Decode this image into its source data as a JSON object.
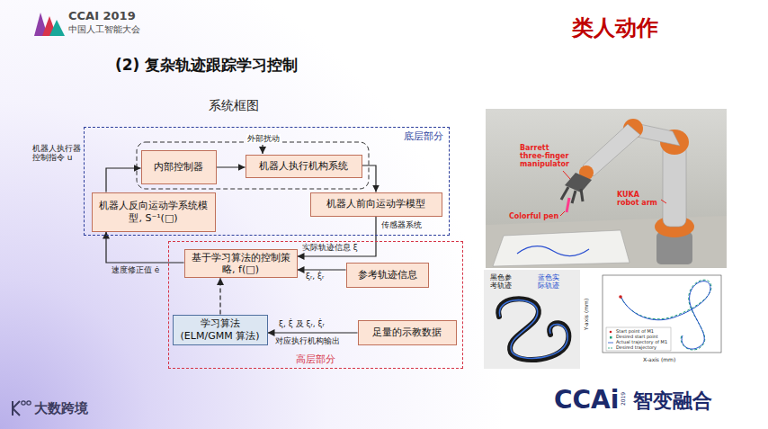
{
  "diagram": {
    "title": "系统框图",
    "nodes": [
      {
        "text": [
          "底层部分"
        ]
      },
      {
        "text": [
          "内部控制器"
        ],
        "in": 0
      },
      {
        "text": [
          "机器人执行机构系统"
        ],
        "in": 0
      },
      {
        "text": [
          "机器人反向运动学系统模型, S⁻¹(□)"
        ],
        "in": 0
      },
      {
        "text": [
          "机器人前向运动学模型"
        ],
        "in": 0
      },
      {
        "text": [
          "高层部分"
        ]
      },
      {
        "text": [
          "基于学习算法的控制策略, f(□)"
        ],
        "in": 5
      },
      {
        "text": [
          "参考轨迹信息"
        ],
        "in": 5
      },
      {
        "text": [
          "学习算法 (ELM/GMM 算法)"
        ],
        "in": 5
      },
      {
        "text": [
          "足量的示教数据"
        ],
        "in": 5
      }
    ],
    "edges": [
      {
        "from": 1,
        "to": 2,
        "arrow": "to"
      },
      {
        "from": 3,
        "to": 1,
        "label": "机器人执行器控制指令 u",
        "arrow": "to"
      },
      {
        "from": 2,
        "to": 4,
        "arrow": "to"
      },
      {
        "from": 4,
        "to": 6,
        "label": "实际轨迹信息 ξ",
        "arrow": "to"
      },
      {
        "from": 7,
        "to": 6,
        "label": "ξᵣ, ξ̇ᵣ",
        "arrow": "to"
      },
      {
        "from": 6,
        "to": 3,
        "label": "速度修正值 ė",
        "arrow": "to"
      },
      {
        "from": 9,
        "to": 8,
        "label": "ξ, ξ̇ 及 ξᵣ, ξ̇ᵣ",
        "arrow": "to"
      },
      {
        "from": 8,
        "to": 6,
        "arrow": "to"
      }
    ],
    "labels": [
      "CCAI 2019",
      "中国人工智能大会",
      "类人动作",
      "(2) 复杂轨迹跟踪学习控制",
      "外部扰动",
      "传感器系统",
      "对应执行机构输出",
      "Barrett three-finger manipulator",
      "Colorful pen",
      "KUKA robot arm",
      "黑色参考轨迹",
      "蓝色实际轨迹",
      "X-axis (mm)",
      "Y-axis (mm)",
      "Start point of M1",
      "Desired start point",
      "Actual trajectory of M1",
      "Desired trajectory",
      "大数跨境",
      "CCAi",
      "智变融合",
      "2019"
    ]
  }
}
